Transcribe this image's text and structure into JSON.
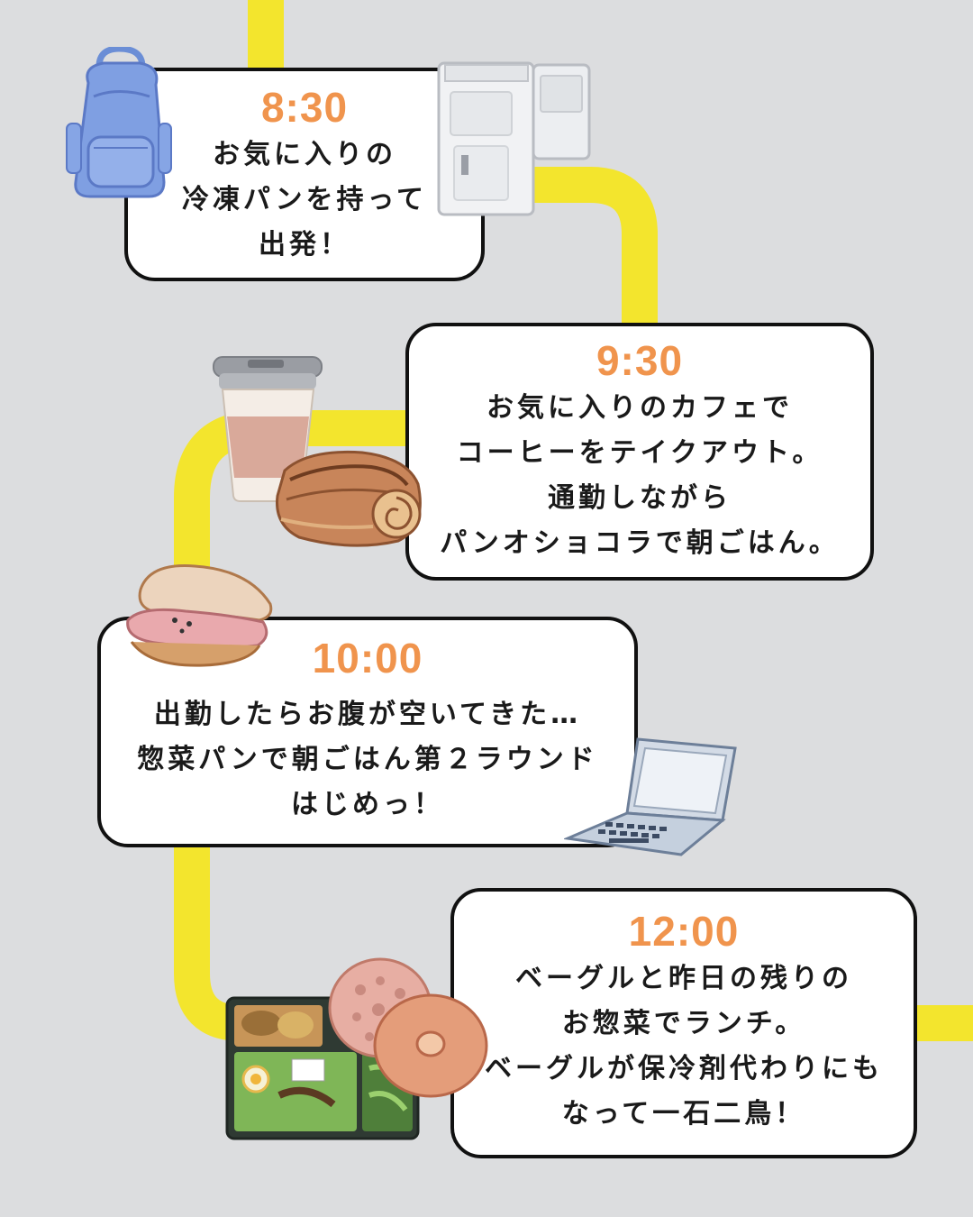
{
  "colors": {
    "background": "#dcdddf",
    "path": "#f3e52d",
    "time": "#f0944d",
    "text": "#1a1a1a",
    "border": "#111111"
  },
  "schedule": [
    {
      "time": "8:30",
      "lines": [
        "お気に入りの",
        "冷凍パンを持って",
        "出発！"
      ],
      "illustrations": [
        "backpack-icon",
        "freezer-bag-icon"
      ]
    },
    {
      "time": "9:30",
      "lines": [
        "お気に入りのカフェで",
        "コーヒーをテイクアウト。",
        "通勤しながら",
        "パンオショコラで朝ごはん。"
      ],
      "illustrations": [
        "coffee-cup-icon",
        "pain-au-chocolat-icon"
      ]
    },
    {
      "time": "10:00",
      "lines": [
        "出勤したらお腹が空いてきた…",
        "惣菜パンで朝ごはん第２ラウンド",
        "はじめっ！"
      ],
      "illustrations": [
        "sandwich-icon",
        "laptop-icon"
      ]
    },
    {
      "time": "12:00",
      "lines": [
        "ベーグルと昨日の残りの",
        "お惣菜でランチ。",
        "ベーグルが保冷剤代わりにも",
        "なって一石二鳥！"
      ],
      "illustrations": [
        "bento-box-icon",
        "bagel-icon"
      ]
    }
  ]
}
